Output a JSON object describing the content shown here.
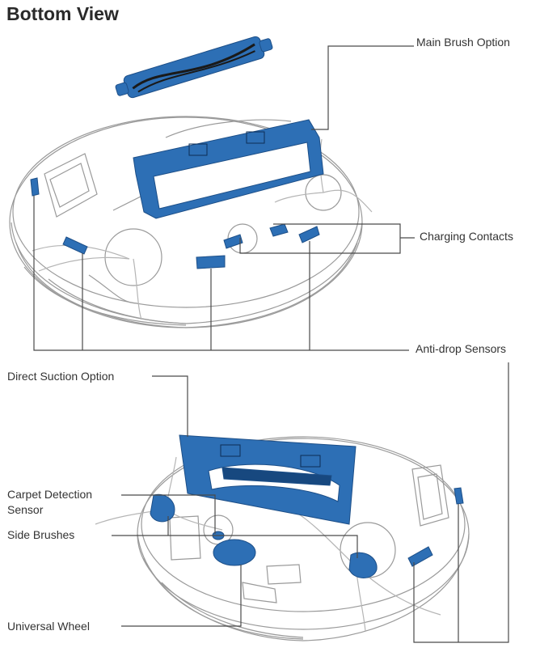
{
  "title": "Bottom View",
  "colors": {
    "accent": "#2d6fb5",
    "outline": "#8f8f8f",
    "leader": "#4a4a4a"
  },
  "labels": {
    "main_brush": "Main Brush Option",
    "charging_contacts": "Charging Contacts",
    "anti_drop": "Anti-drop Sensors",
    "direct_suction": "Direct Suction Option",
    "carpet_detection_line1": "Carpet Detection",
    "carpet_detection_line2": "Sensor",
    "side_brushes": "Side Brushes",
    "universal_wheel": "Universal Wheel"
  }
}
